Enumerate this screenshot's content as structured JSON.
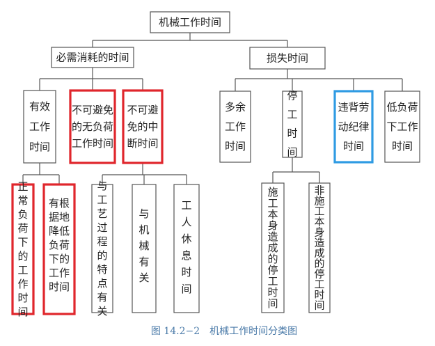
{
  "diagram": {
    "root": "机械工作时间",
    "level1": {
      "necessary": "必需消耗的时间",
      "loss": "损失时间"
    },
    "necessary_children": {
      "effective": "有效工作时间",
      "unavoidable_nonload": "不可避免的无负荷工作时间",
      "unavoidable_interrupt": "不可避免的中断时间"
    },
    "effective_children": {
      "normal_load": "正常负荷下的工作时间",
      "reduced_load": "有根据地降低负荷下的工作时间"
    },
    "interrupt_children": {
      "process": "与工艺过程的特点有关",
      "machine": "与机械有关",
      "worker_rest": "工人休息时间"
    },
    "loss_children": {
      "extra": "多余工作时间",
      "stoppage": "停工时间",
      "violation": "违背劳动纪律时间",
      "low_load": "低负荷下工作时间"
    },
    "stoppage_children": {
      "construction_caused": "施工本身造成的停工时间",
      "non_construction_caused": "非施工本身造成的停工时间"
    },
    "caption": "图 14.2−2　机械工作时间分类图"
  },
  "colors": {
    "highlight_red": "#e0262c",
    "highlight_blue": "#2f9be3",
    "box_border": "#555555",
    "caption": "#4a7aa8"
  }
}
